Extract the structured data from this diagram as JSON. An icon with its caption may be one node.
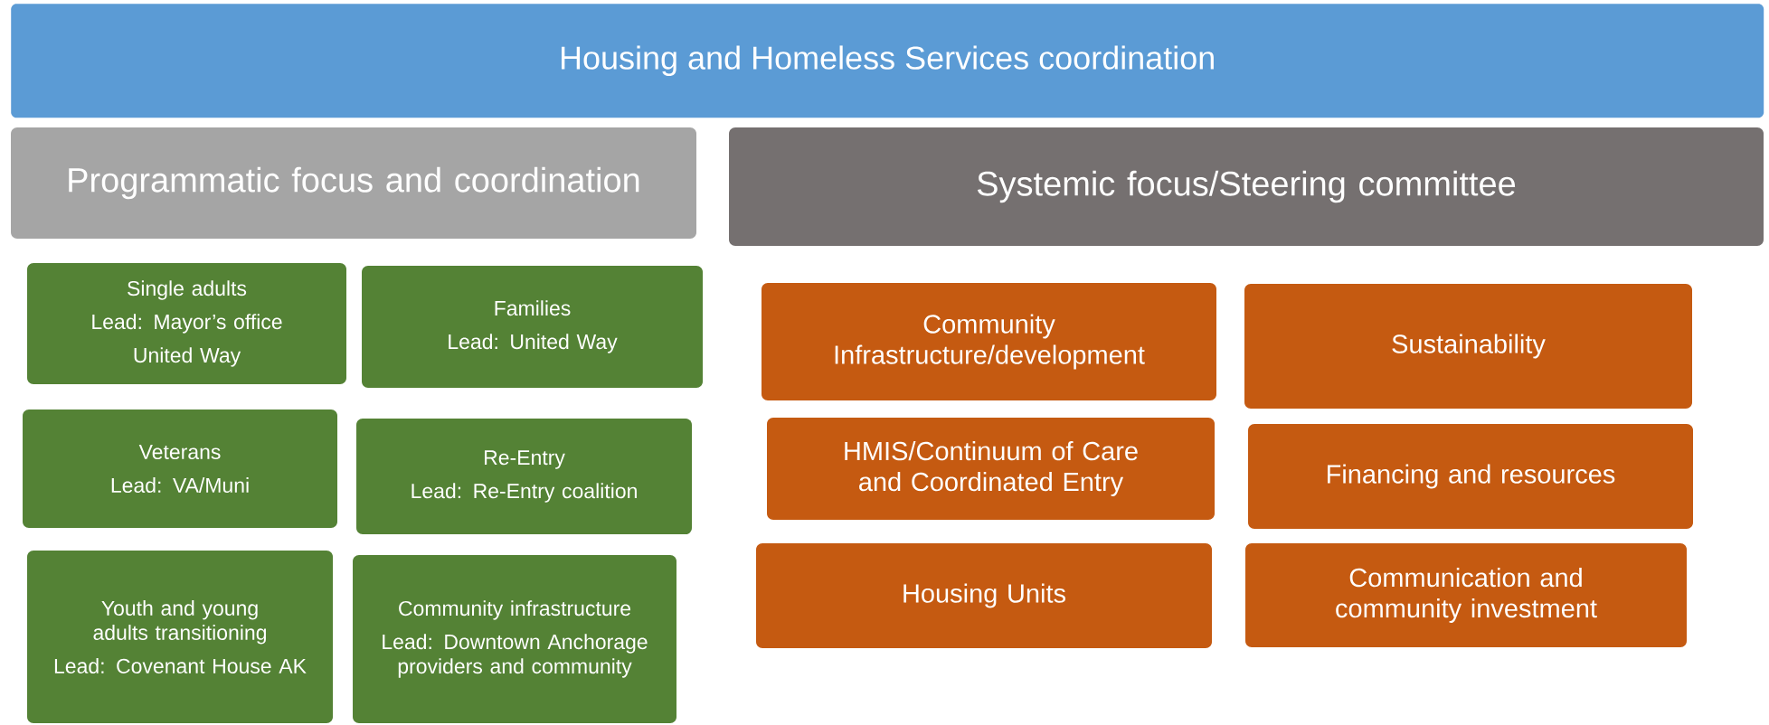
{
  "diagram": {
    "title": "Housing and Homeless Services coordination",
    "nodes": [
      {
        "text": [
          "Programmatic focus and coordination"
        ]
      },
      {
        "text": [
          "Systemic focus/Steering committee"
        ]
      },
      {
        "text": [
          "Single adults",
          "Lead: Mayor’s office",
          "United Way"
        ]
      },
      {
        "text": [
          "Families",
          "Lead: United Way"
        ]
      },
      {
        "text": [
          "Veterans",
          "Lead: VA/Muni"
        ]
      },
      {
        "text": [
          "Re-Entry",
          "Lead: Re-Entry coalition"
        ]
      },
      {
        "text": [
          "Youth and young adults transitioning",
          "Lead: Covenant House AK"
        ]
      },
      {
        "text": [
          "Community infrastructure",
          "Lead: Downtown Anchorage providers and community"
        ]
      },
      {
        "text": [
          "Community Infrastructure/development"
        ]
      },
      {
        "text": [
          "Sustainability"
        ]
      },
      {
        "text": [
          "HMIS/Continuum of Care and Coordinated Entry"
        ]
      },
      {
        "text": [
          "Financing and resources"
        ]
      },
      {
        "text": [
          "Housing Units"
        ]
      },
      {
        "text": [
          "Communication and community investment"
        ]
      }
    ]
  }
}
